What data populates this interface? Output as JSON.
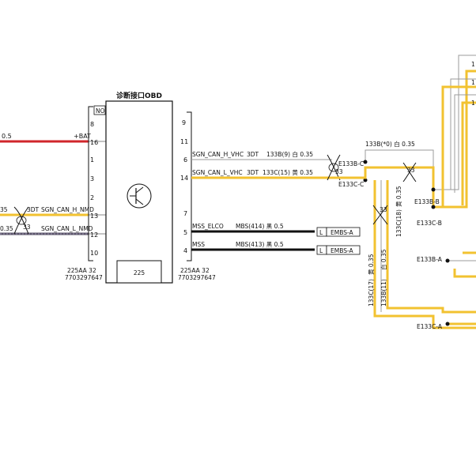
{
  "diagram": {
    "connector": {
      "title": "诊断接口OBD",
      "corner_tag": "NO",
      "inner_label": "225",
      "part_left": [
        "225AA 32",
        "7703297647"
      ],
      "part_right": [
        "225AA 32",
        "7703297647"
      ],
      "left_pins": [
        "8",
        "16",
        "1",
        "3",
        "2",
        "13",
        "12",
        "10"
      ],
      "right_pins": [
        "9",
        "11",
        "6",
        "14",
        "7",
        "5",
        "4"
      ]
    },
    "left_wires": {
      "bat_value": "0.5",
      "bat_label": "+BAT",
      "can_h_value": "35",
      "can_h_type": "3DT",
      "can_h_label": "SGN_CAN_H_NMD",
      "can_l_value": "0.35",
      "can_l_label": "SGN_CAN_L_NMD",
      "twist_label": "33"
    },
    "right_wires": {
      "vhc_h_signal": "SGN_CAN_H_VHC",
      "vhc_h_type": "3DT",
      "vhc_h_code": "133B(9) 白 0.35",
      "vhc_l_signal": "SGN_CAN_L_VHC",
      "vhc_l_type": "3DT",
      "vhc_l_code": "133C(15) 黄 0.35",
      "twist_label": "33",
      "mss_elco_signal": "MSS_ELCO",
      "mss_elco_code": "MBS(414) 黑 0.5",
      "mss_signal": "MSS",
      "mss_code": "MBS(413) 黑 0.5",
      "emb_tag": "L",
      "emb_label_1": "EMBS-A",
      "emb_label_2": "EMBS-A"
    },
    "splices": {
      "e133b_c": "E133B-C",
      "e133c_c": "E133C-C",
      "top_code": "133B(*0) 白 0.35",
      "twist_top": "33",
      "twist_mid": "33",
      "vert_yellow_top": "黄 0.35",
      "vert_code_18": "133C(18)",
      "vert_yellow_mid": "黄 0.35",
      "vert_code_17": "133C(17)",
      "vert_white_mid": "白 0.35",
      "vert_code_11": "133B(11)",
      "e133b_b": "E133B-B",
      "e133c_b": "E133C-B",
      "e133b_a": "E133B-A",
      "e133c_a": "E133C-A",
      "edge_digits": [
        "1",
        "1",
        "1"
      ]
    }
  }
}
